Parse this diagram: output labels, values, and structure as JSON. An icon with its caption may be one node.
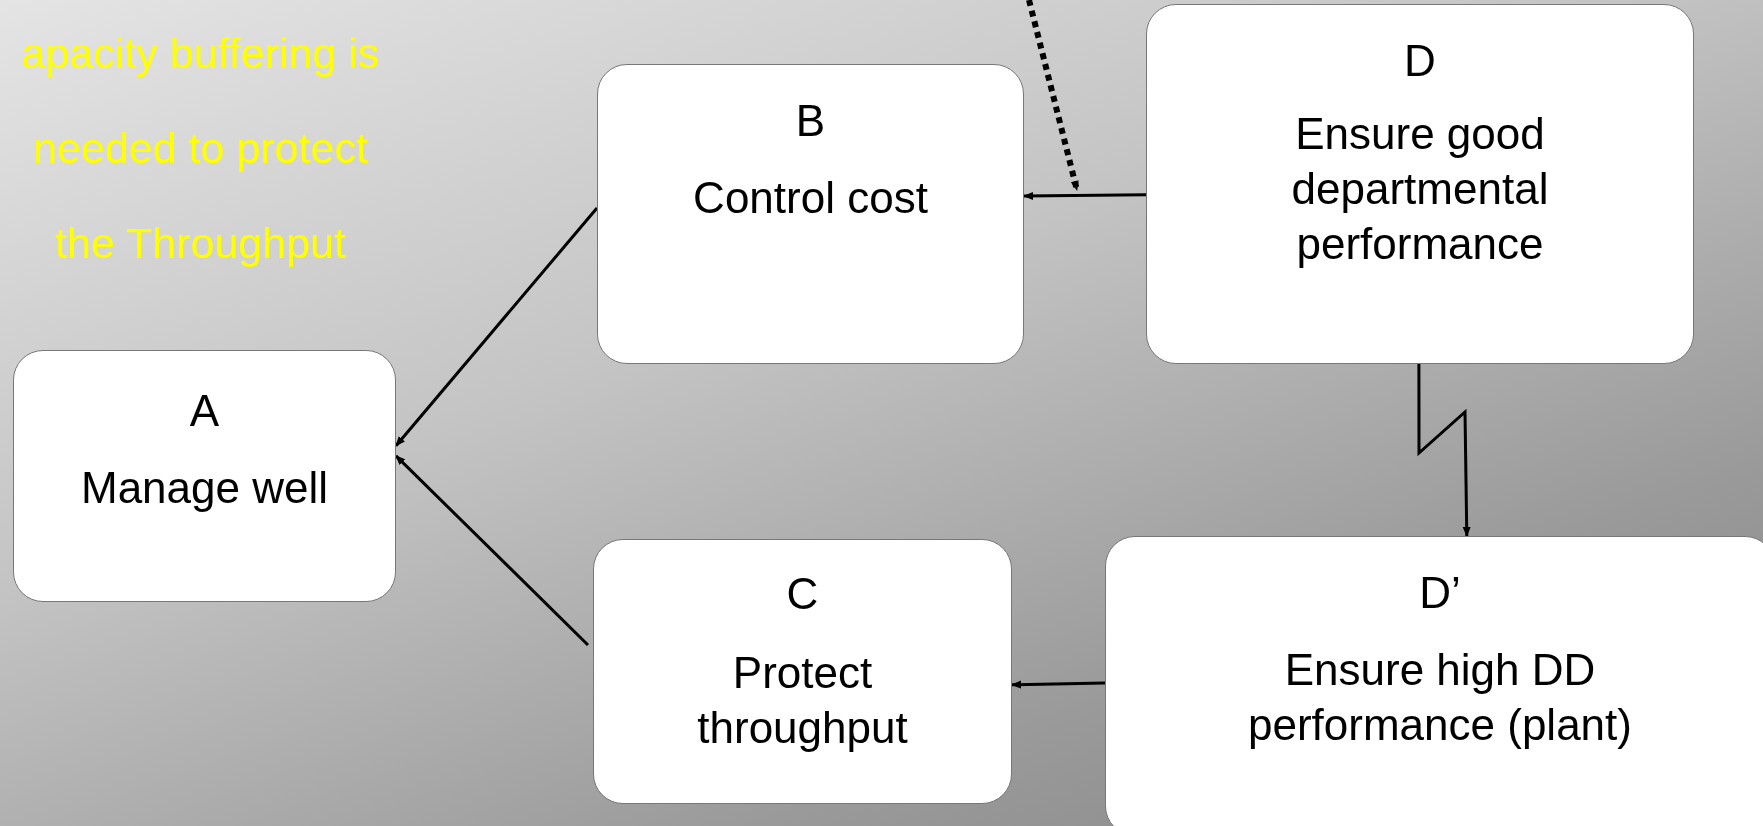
{
  "diagram": {
    "nodes": [
      {
        "text": [
          "A",
          "Manage well"
        ]
      },
      {
        "text": [
          "B",
          "Control cost"
        ]
      },
      {
        "text": [
          "C",
          "Protect throughput"
        ]
      },
      {
        "text": [
          "D",
          "Ensure good departmental performance"
        ]
      },
      {
        "text": [
          "D’",
          "Ensure high DD performance (plant)"
        ]
      }
    ],
    "edges": [
      {
        "from": 1,
        "to": 0,
        "arrow": "to"
      },
      {
        "from": 2,
        "to": 0,
        "arrow": "to"
      },
      {
        "from": 3,
        "to": 1,
        "arrow": "to"
      },
      {
        "from": 3,
        "to": 4,
        "arrow": "to"
      },
      {
        "from": 4,
        "to": 2,
        "arrow": "to"
      },
      {
        "from": null,
        "to": 1,
        "arrow": "to",
        "style": "dashed"
      }
    ],
    "labels": [
      "apacity buffering is needed to protect the Throughput"
    ]
  }
}
